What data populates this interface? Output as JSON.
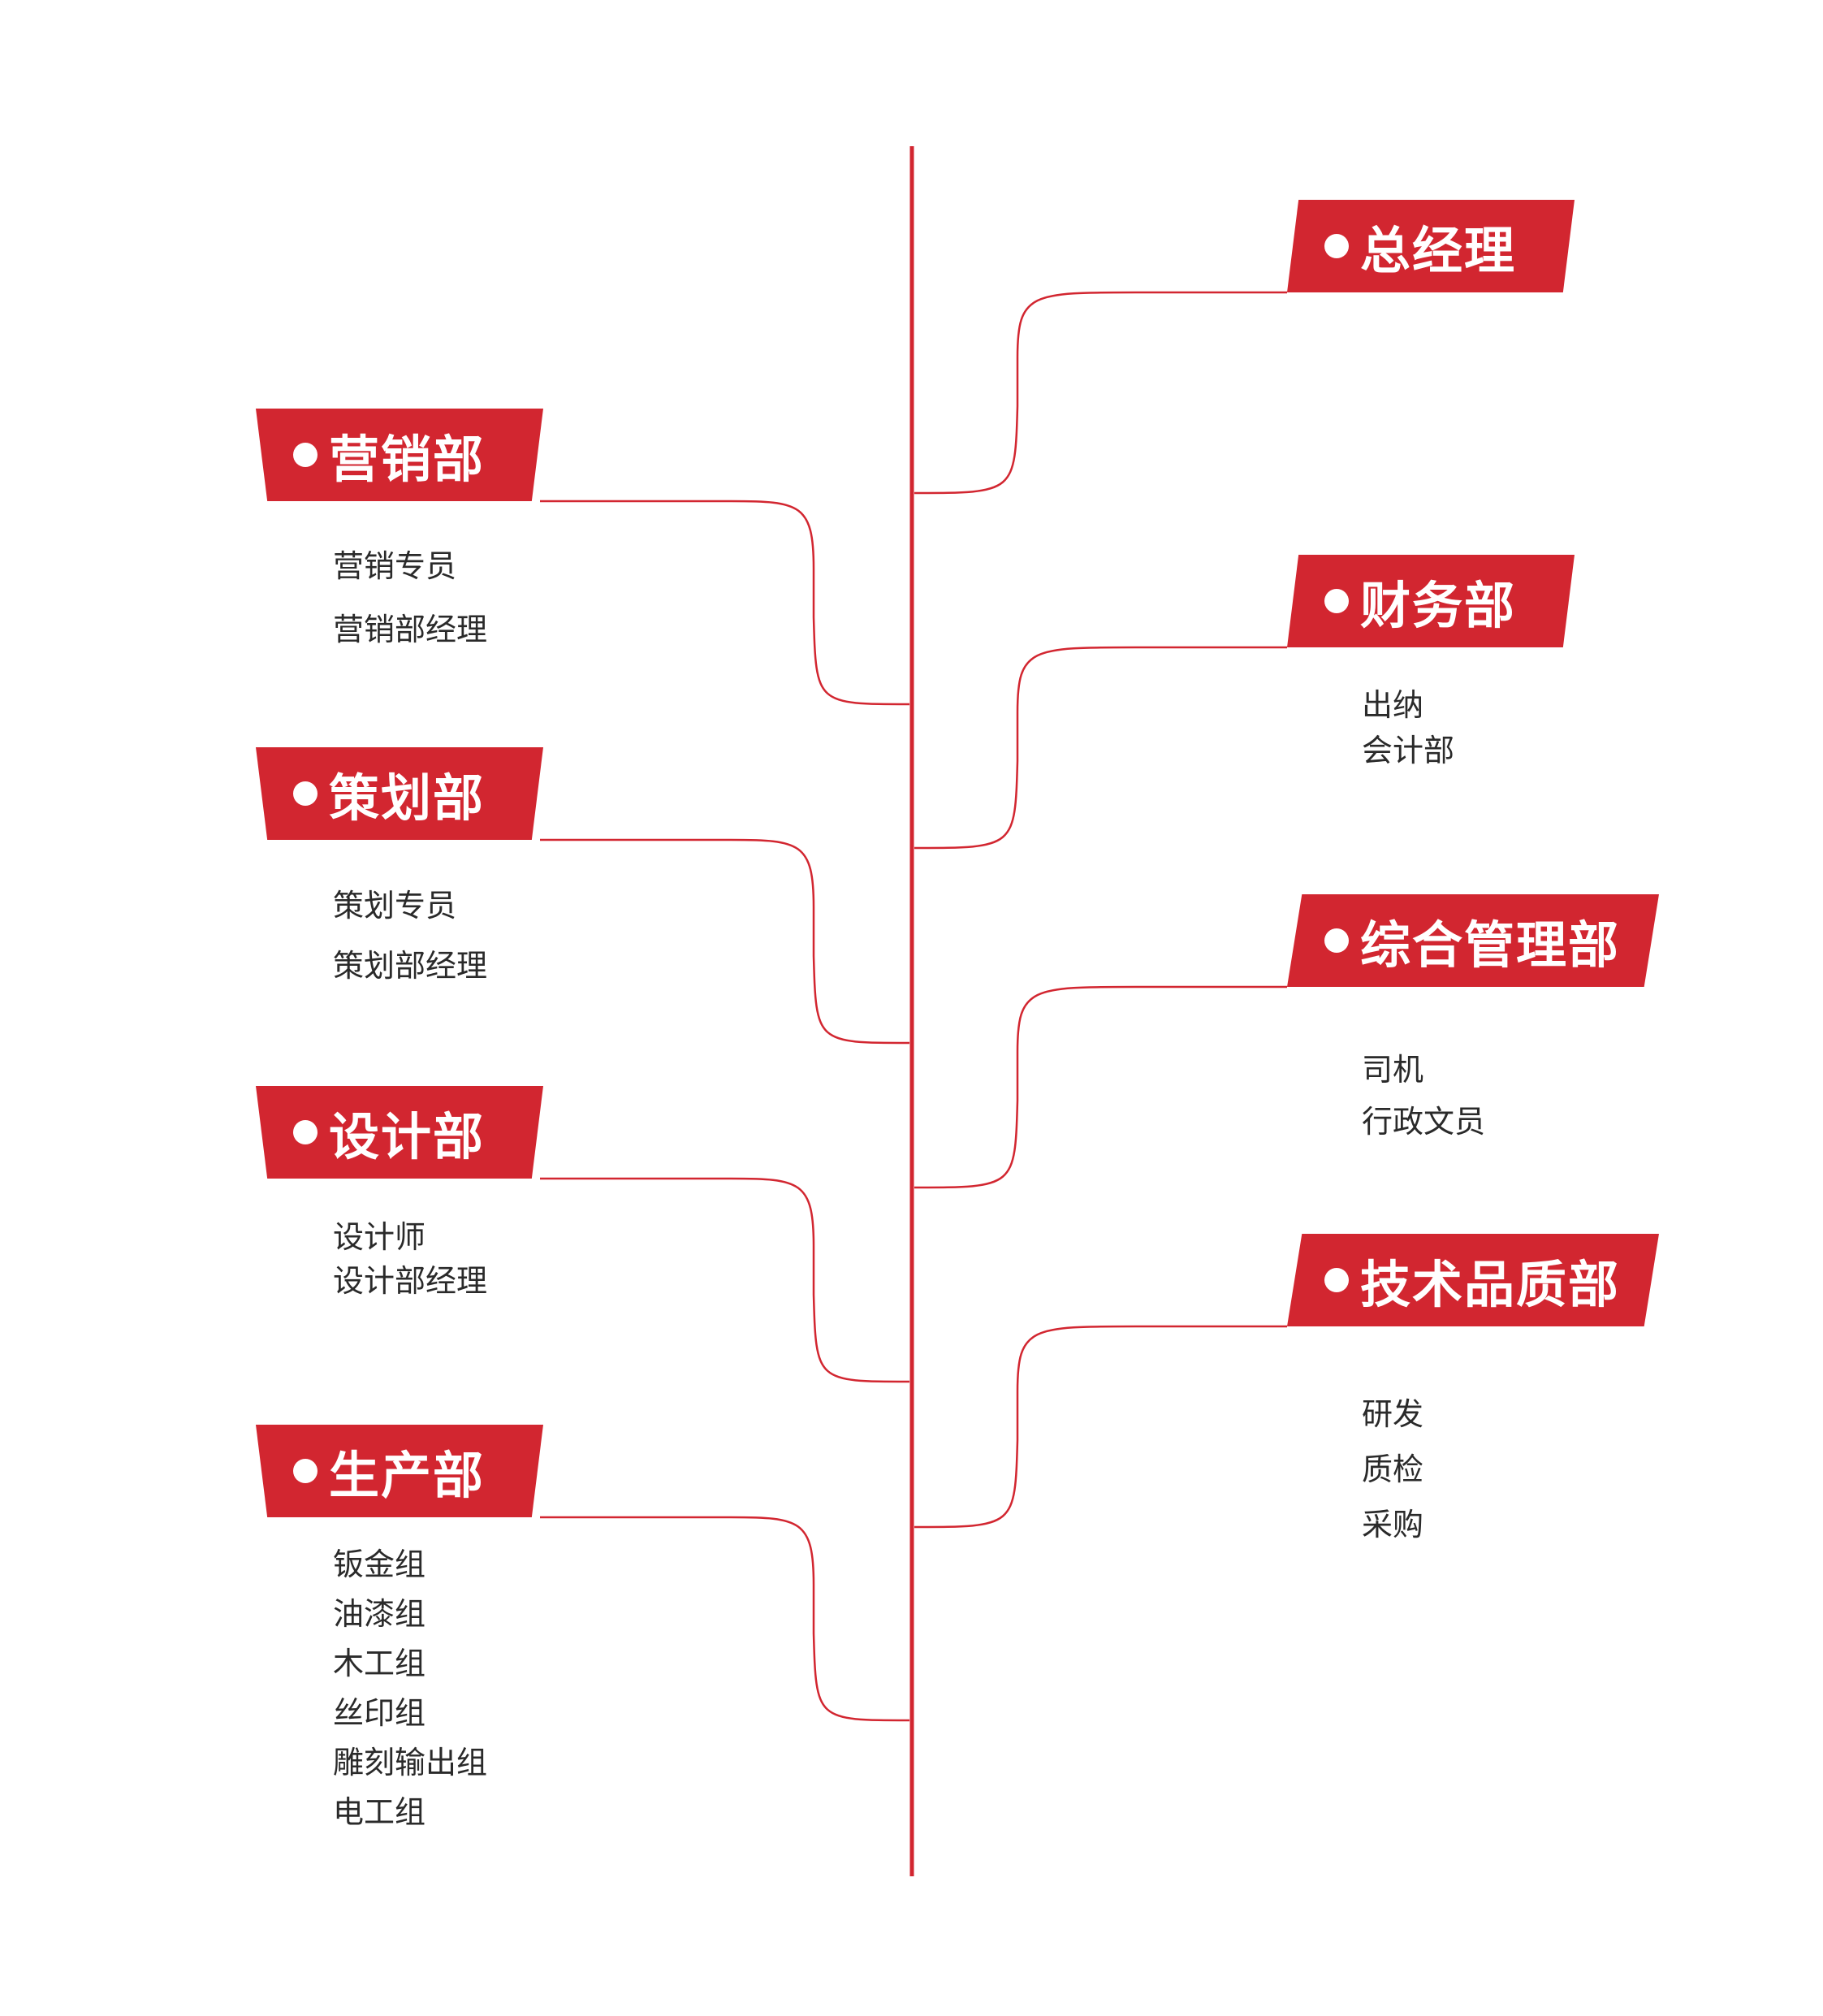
{
  "colors": {
    "accent": "#d22630",
    "text": "#2a2a2a",
    "background": "#ffffff"
  },
  "departments": {
    "general_manager": {
      "title": "总经理",
      "items": []
    },
    "marketing": {
      "title": "营销部",
      "items": [
        "营销专员",
        "营销部经理"
      ]
    },
    "finance": {
      "title": "财务部",
      "items": [
        "出纳",
        "会计部"
      ]
    },
    "planning": {
      "title": "策划部",
      "items": [
        "策划专员",
        "策划部经理"
      ]
    },
    "admin": {
      "title": "综合管理部",
      "items": [
        "司机",
        "行政文员"
      ]
    },
    "design": {
      "title": "设计部",
      "items": [
        "设计师",
        "设计部经理"
      ]
    },
    "tech_quality": {
      "title": "技术品质部",
      "items": [
        "研发",
        "质检",
        "采购"
      ]
    },
    "production": {
      "title": "生产部",
      "items": [
        "钣金组",
        "油漆组",
        "木工组",
        "丝印组",
        "雕刻输出组",
        "电工组"
      ]
    }
  }
}
